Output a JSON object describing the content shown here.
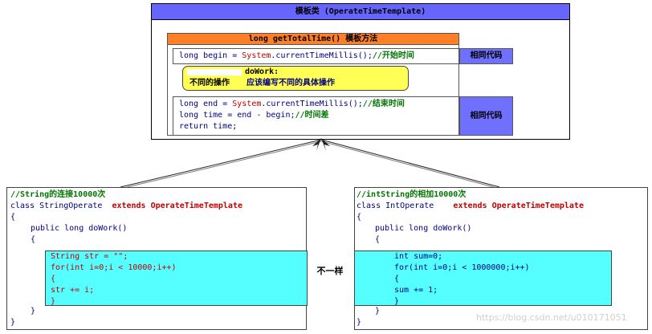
{
  "template": {
    "title": "模板类 (OperateTimeTemplate)",
    "method_title": "long getTotalTime() 模板方法",
    "begin_line": {
      "kw": "long begin = ",
      "sys": "System",
      "rest": ".currentTimeMillis();",
      "comment": "//开始时间"
    },
    "same_code_1": "相同代码",
    "dowork": {
      "name": "doWork:",
      "label": "不同的操作",
      "desc": "应该编写不同的具体操作"
    },
    "end_lines": [
      {
        "kw": "long end = ",
        "sys": "System",
        "rest": ".currentTimeMillis();",
        "comment": "//结束时间"
      },
      {
        "kw": "long time = end - begin;",
        "comment": "//时间差"
      },
      {
        "kw": "return time;"
      }
    ],
    "same_code_2": "相同代码"
  },
  "string_class": {
    "comment": "//String的连接10000次",
    "decl": "class StringOperate",
    "extends": "extends OperateTimeTemplate",
    "open_brace": "{",
    "method": "public long doWork()",
    "method_open": "{",
    "body": [
      {
        "kind": "decl",
        "a": "String str = ",
        "b": "\"\";"
      },
      {
        "kind": "plain",
        "a": "for(int i=0;i < 10000;i++)"
      },
      {
        "kind": "plain",
        "a": "{"
      },
      {
        "kind": "plain",
        "a": "     str += i;"
      },
      {
        "kind": "plain",
        "a": "}"
      }
    ],
    "method_close": "}",
    "close_brace": "}"
  },
  "int_class": {
    "comment": "//intString的相加10000次",
    "decl": "class IntOperate",
    "extends": "extends OperateTimeTemplate",
    "open_brace": "{",
    "method": "public long doWork()",
    "method_open": "{",
    "body": [
      "int sum=0;",
      "for(int i=0;i < 1000000;i++)",
      "{",
      "     sum += 1;",
      "}"
    ],
    "method_close": "}",
    "close_brace": "}"
  },
  "diff_label": "不一样",
  "watermark": "https://blog.csdn.net/u010171051",
  "colors": {
    "title_bar": "#6666ff",
    "method_bar": "#ff7f27",
    "highlight": "#ffff55",
    "cyan": "#55ffff",
    "same_code": "#7070ff"
  }
}
